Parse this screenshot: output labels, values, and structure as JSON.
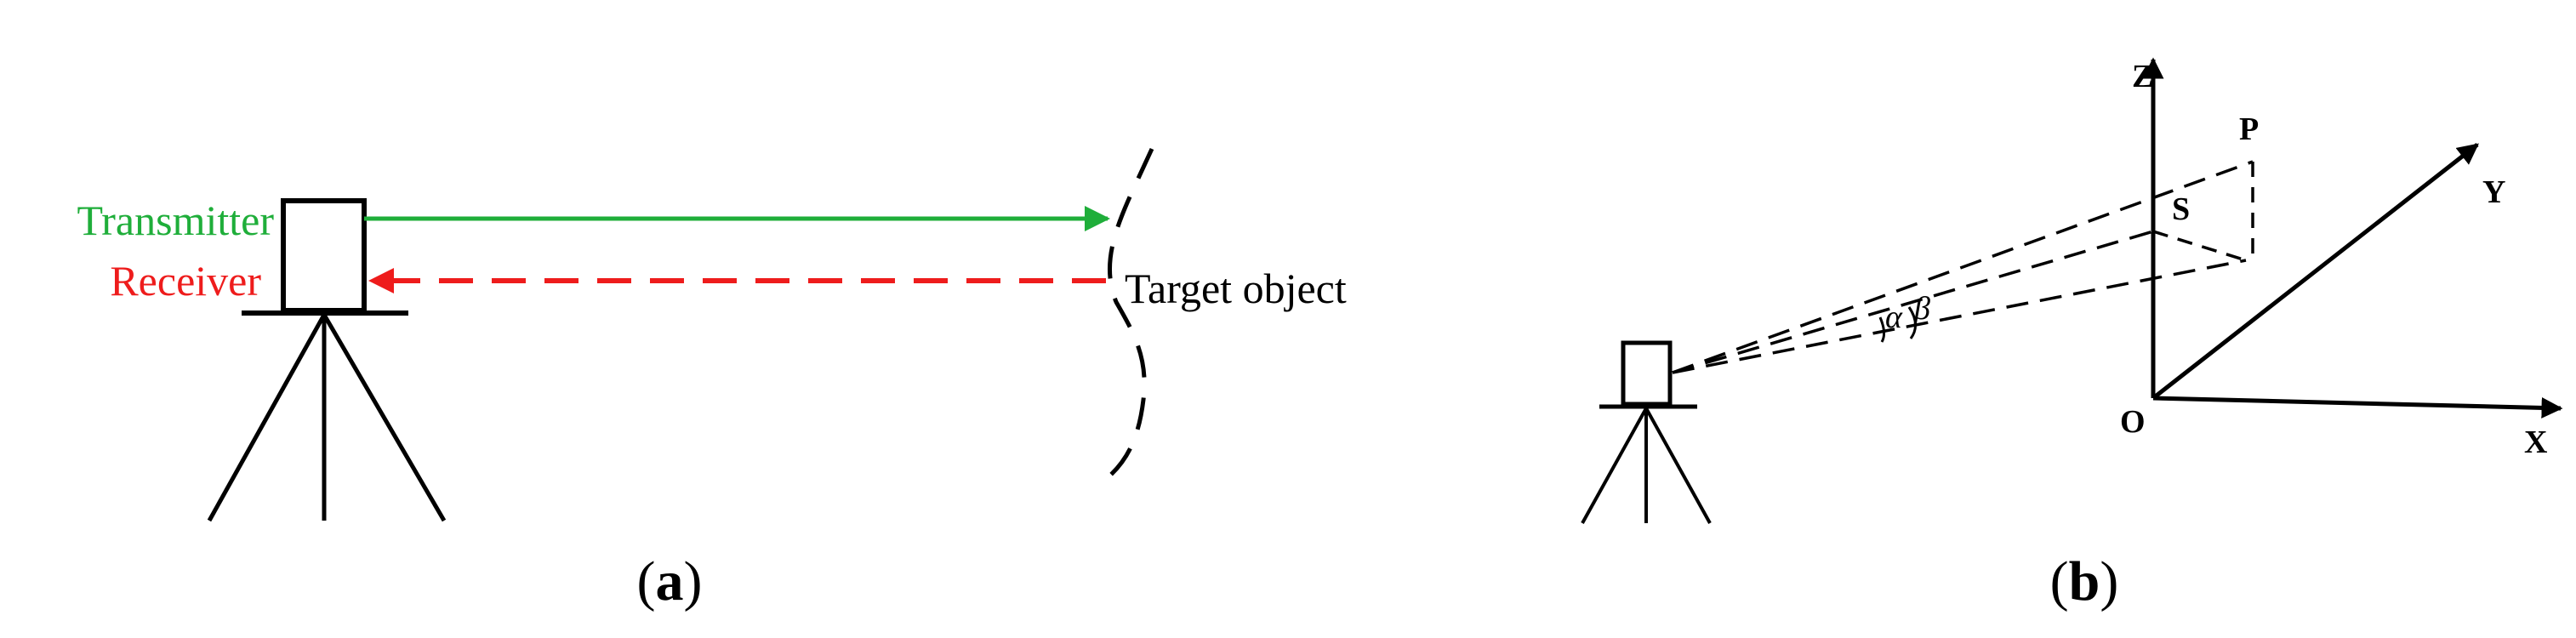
{
  "panel_a": {
    "transmitter_label": "Transmitter",
    "receiver_label": "Receiver",
    "target_label": "Target object",
    "caption_open": "(",
    "caption_letter": "a",
    "caption_close": ")"
  },
  "panel_b": {
    "axis_z": "Z",
    "axis_y": "Y",
    "axis_x": "X",
    "origin": "O",
    "point_p": "P",
    "point_s": "S",
    "angle_alpha": "α",
    "angle_beta": "β",
    "caption_open": "(",
    "caption_letter": "b",
    "caption_close": ")"
  },
  "colors": {
    "transmit": "#1fae3a",
    "receive": "#ee1c1c",
    "ink": "#000000"
  }
}
